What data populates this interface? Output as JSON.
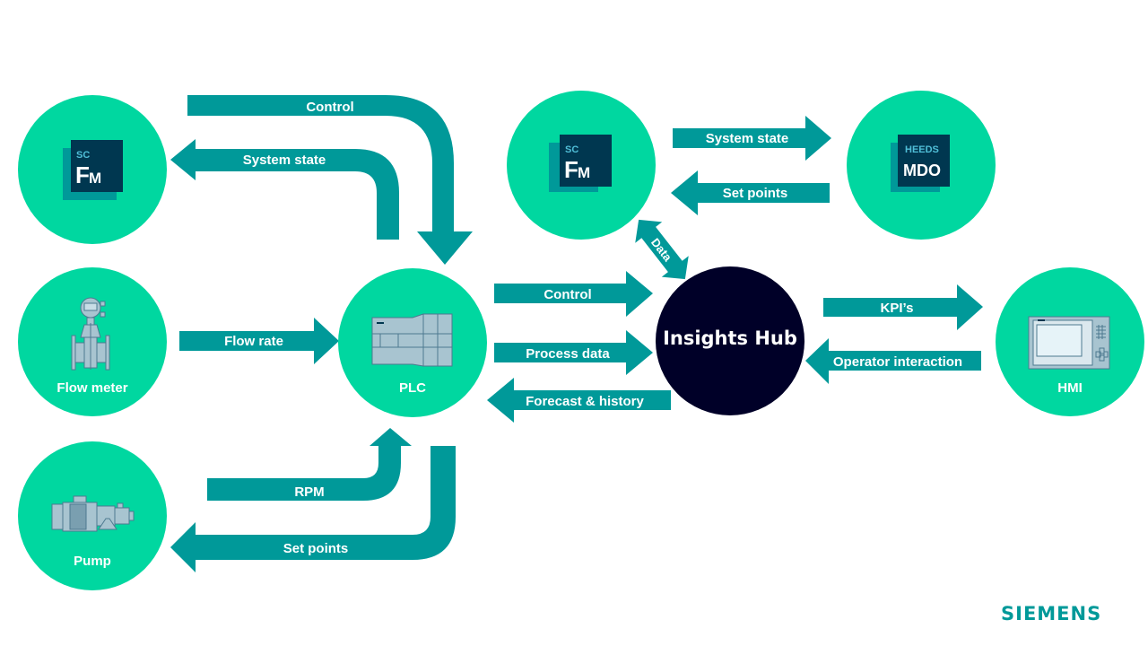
{
  "nodes": {
    "sc_fm_left": {
      "logo_small": "SC",
      "logo_big": "F",
      "logo_big_sub": "M"
    },
    "flow_meter": {
      "label": "Flow meter"
    },
    "pump": {
      "label": "Pump"
    },
    "plc": {
      "label": "PLC"
    },
    "sc_fm_right": {
      "logo_small": "SC",
      "logo_big": "F",
      "logo_big_sub": "M"
    },
    "heeds_mdo": {
      "logo_small": "HEEDS",
      "logo_big": "MDO"
    },
    "insights_hub": {
      "label": "Insights Hub"
    },
    "hmi": {
      "label": "HMI"
    }
  },
  "arrows": {
    "control_top": "Control",
    "system_state_left": "System state",
    "flow_rate": "Flow rate",
    "rpm": "RPM",
    "set_points_pump": "Set points",
    "system_state_right": "System state",
    "set_points_right": "Set points",
    "data": "Data",
    "control_hub": "Control",
    "process_data": "Process data",
    "forecast_history": "Forecast & history",
    "kpis": "KPI’s",
    "operator_interaction": "Operator interaction"
  },
  "brand": {
    "name": "SIEMENS"
  },
  "colors": {
    "node": "#00d7a0",
    "arrow": "#009999",
    "hub": "#000028",
    "logo": "#003750",
    "brand": "#009999"
  }
}
